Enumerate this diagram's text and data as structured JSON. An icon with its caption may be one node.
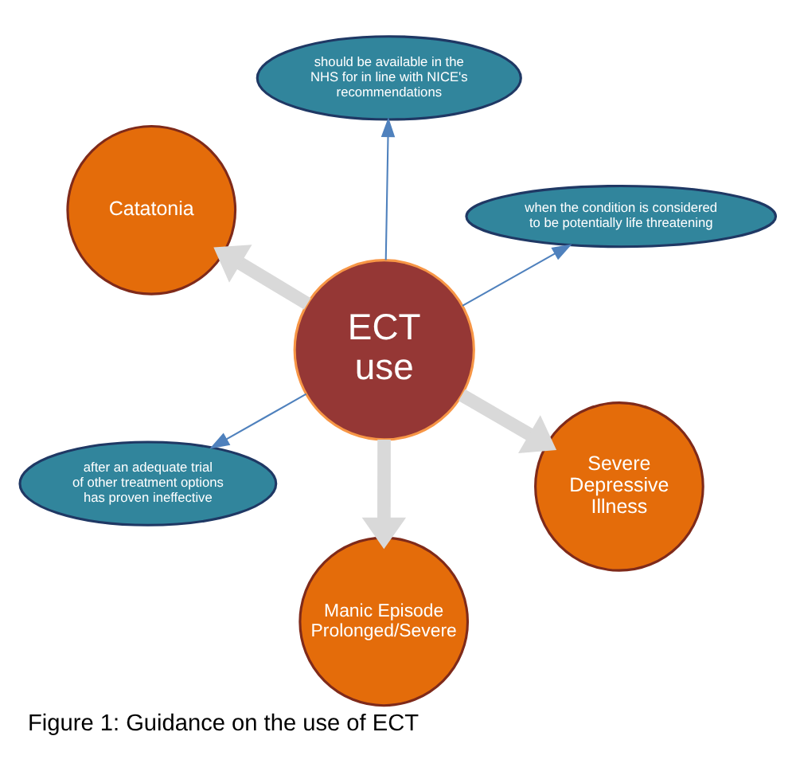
{
  "diagram": {
    "caption": "Figure 1: Guidance on the use of ECT",
    "nodes": [
      {
        "text": [
          "ECT",
          "use"
        ]
      },
      {
        "text": [
          "Severe Depressive Illness"
        ]
      },
      {
        "text": [
          "Manic Episode",
          "Prolonged/Severe"
        ]
      },
      {
        "text": [
          "Catatonia"
        ]
      },
      {
        "text": [
          "when the condition is considered to be potentially life threatening"
        ]
      },
      {
        "text": [
          "should be available in the NHS for in line with NICE's recommendations"
        ]
      },
      {
        "text": [
          "after an adequate trial of other treatment options has proven ineffective"
        ]
      }
    ],
    "edges": [
      {
        "from": 0,
        "to": 1,
        "arrow": "to",
        "style": "thick",
        "color": "#d9d9d9"
      },
      {
        "from": 0,
        "to": 2,
        "arrow": "to",
        "style": "thick",
        "color": "#d9d9d9"
      },
      {
        "from": 0,
        "to": 3,
        "arrow": "to",
        "style": "thick",
        "color": "#d9d9d9"
      },
      {
        "from": 0,
        "to": 4,
        "arrow": "to",
        "color": "#4f81bd"
      },
      {
        "from": 0,
        "to": 5,
        "arrow": "to",
        "color": "#4f81bd"
      },
      {
        "from": 0,
        "to": 6,
        "arrow": "to",
        "color": "#4f81bd"
      }
    ]
  }
}
